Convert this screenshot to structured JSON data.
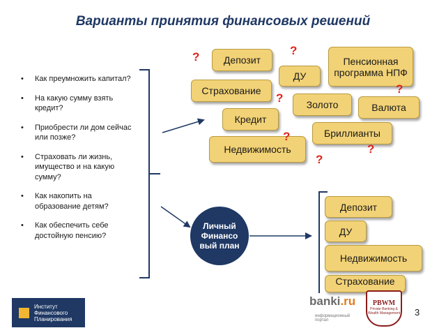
{
  "title": "Варианты принятия финансовых решений",
  "questions": [
    "Как преумножить капитал?",
    "На какую сумму взять кредит?",
    "Приобрести ли дом сейчас или позже?",
    "Страховать ли жизнь, имущество и на какую сумму?",
    "Как накопить на образование детям?",
    "Как обеспечить себе достойную пенсию?"
  ],
  "top_boxes": {
    "deposit": "Депозит",
    "du": "ДУ",
    "pension": "Пенсионная программа НПФ",
    "insurance": "Страхование",
    "gold": "Золото",
    "currency": "Валюта",
    "credit": "Кредит",
    "diamonds": "Бриллианты",
    "realty": "Недвижимость"
  },
  "question_mark": "?",
  "plan_circle": "Личный Финансо вый план",
  "bottom_boxes": {
    "deposit": "Депозит",
    "du": "ДУ",
    "realty": "Недвижимость",
    "insurance": "Страхование"
  },
  "logos": {
    "ifp": "Институт Финансового Планирования",
    "banki_main": "banki",
    "banki_suffix": ".ru",
    "banki_sub": "информационный портал",
    "pbwm": "PBWM",
    "pbwm_sub": "Private Banking & Wealth Management"
  },
  "page_number": "3",
  "colors": {
    "title": "#1f3864",
    "box_fill": "#f2d276",
    "question": "#e0241b",
    "circle": "#1f3864",
    "arrow": "#1f3864"
  }
}
